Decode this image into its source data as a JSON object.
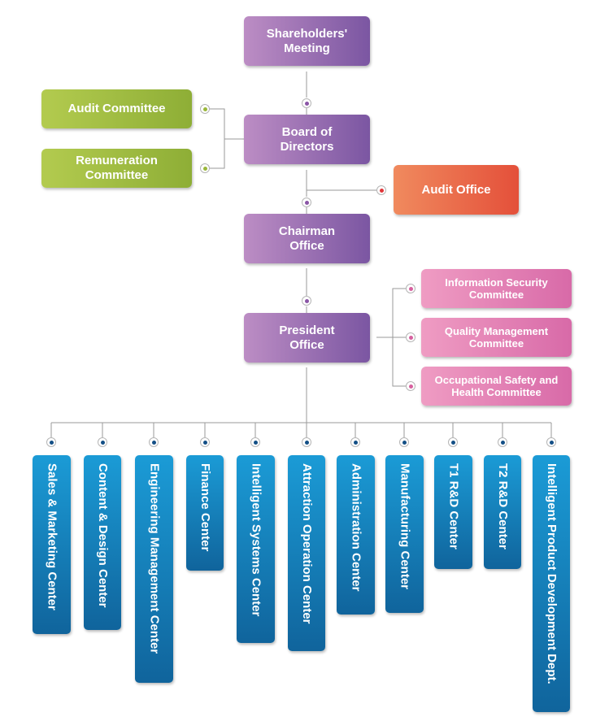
{
  "nodes": {
    "shareholders": "Shareholders'\nMeeting",
    "board": "Board of\nDirectors",
    "audit_committee": "Audit Committee",
    "remuneration_committee": "Remuneration\nCommittee",
    "audit_office": "Audit Office",
    "chairman": "Chairman\nOffice",
    "president": "President\nOffice",
    "info_security": "Information Security\nCommittee",
    "quality_mgmt": "Quality Management\nCommittee",
    "occupational_safety": "Occupational Safety and\nHealth Committee"
  },
  "centers": [
    "Sales & Marketing Center",
    "Content & Design Center",
    "Engineering Management Center",
    "Finance Center",
    "Intelligent Systems Center",
    "Attraction Operation Center",
    "Administration Center",
    "Manufacturing Center",
    "T1 R&D Center",
    "T2 R&D Center",
    "Intelligent Product Development Dept."
  ],
  "colors": {
    "board_tier": "#8a5aa8",
    "committees": "#9ab73a",
    "audit_office": "#e7553c",
    "president_committees": "#dc74ad",
    "centers": "#1578b5",
    "connector": "#9a9a9a"
  }
}
